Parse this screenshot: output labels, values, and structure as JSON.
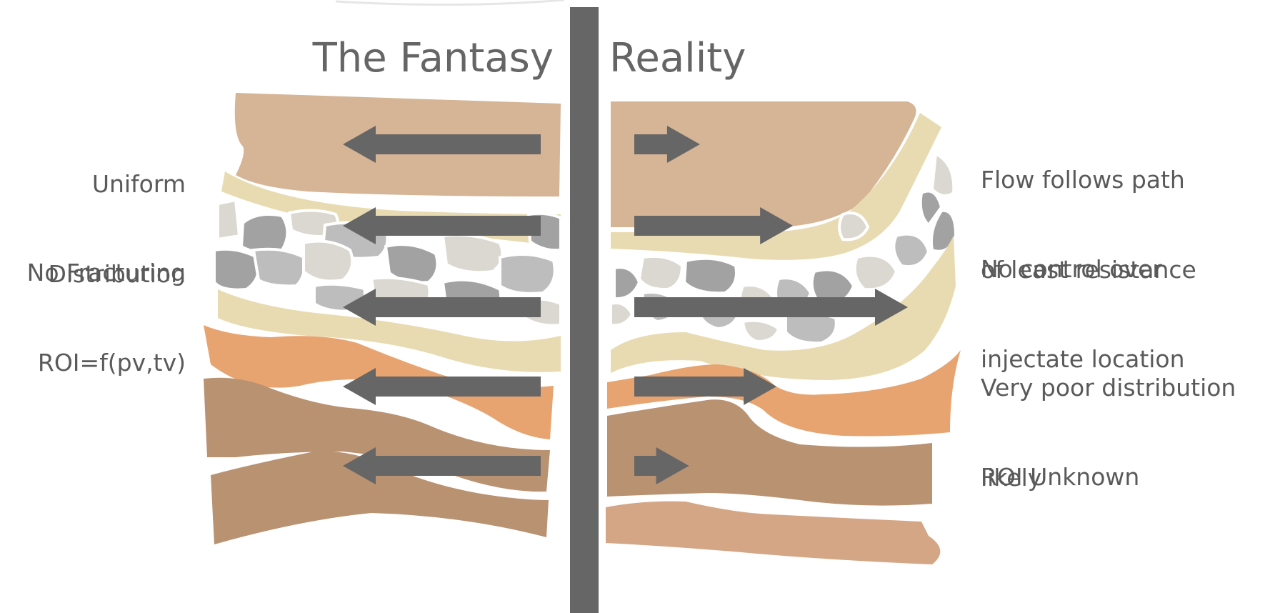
{
  "titles": {
    "left": "The Fantasy",
    "right": "Reality"
  },
  "left_labels": [
    {
      "line1": "Uniform",
      "line2": "Distribution"
    },
    {
      "line1": "No Fracturing",
      "line2": "ROI=f(pv,tv)"
    }
  ],
  "right_labels": [
    {
      "line1": "Flow follows path",
      "line2": "of least resistance"
    },
    {
      "line1": "No control over",
      "line2": "injectate location"
    },
    {
      "line1": "Very poor distribution",
      "line2": "likely"
    },
    {
      "line1": "ROI Unknown",
      "line2": ""
    }
  ],
  "colors": {
    "layer_tan": "#d6b496",
    "layer_cream": "#e8dbb1",
    "layer_orange": "#e8a470",
    "layer_brown": "#b99272",
    "layer_light_brown": "#d4a685",
    "rock_dark": "#a2a2a2",
    "rock_mid": "#bdbdbd",
    "rock_light": "#dad8d0",
    "arrow": "#666666",
    "divider": "#666666",
    "text": "#595959"
  },
  "fantasy_arrows": {
    "direction": "left",
    "count": 5,
    "relative_lengths": [
      1,
      1,
      1,
      1,
      1
    ]
  },
  "reality_arrows": {
    "direction": "right",
    "count": 5,
    "relative_lengths": [
      0.24,
      0.58,
      1,
      0.52,
      0.2
    ]
  }
}
